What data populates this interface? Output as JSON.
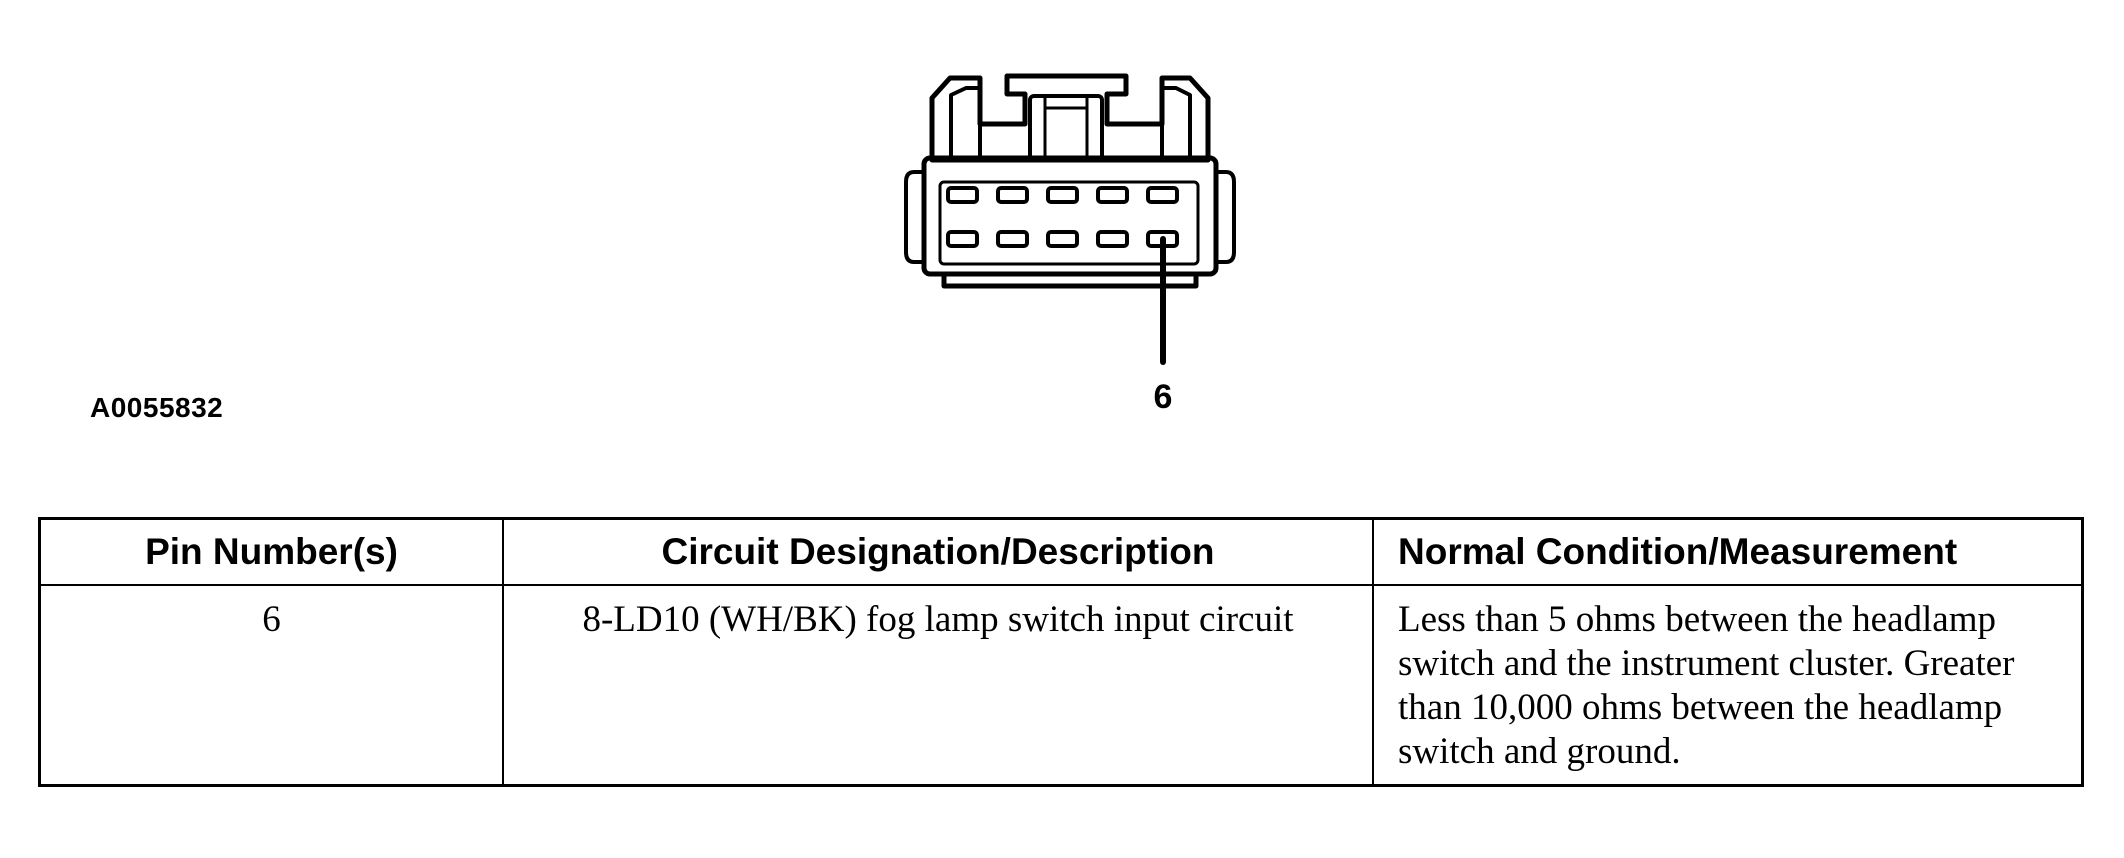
{
  "diagram": {
    "pin_callout": "6",
    "figure_id": "A0055832"
  },
  "table": {
    "headers": {
      "pin": "Pin Number(s)",
      "circuit": "Circuit Designation/Description",
      "condition": "Normal Condition/Measurement"
    },
    "rows": [
      {
        "pin": "6",
        "circuit": "8-LD10 (WH/BK) fog lamp switch input circuit",
        "condition": "Less than 5 ohms between the headlamp switch and the instrument cluster. Greater than 10,000 ohms between the headlamp switch and ground."
      }
    ]
  }
}
